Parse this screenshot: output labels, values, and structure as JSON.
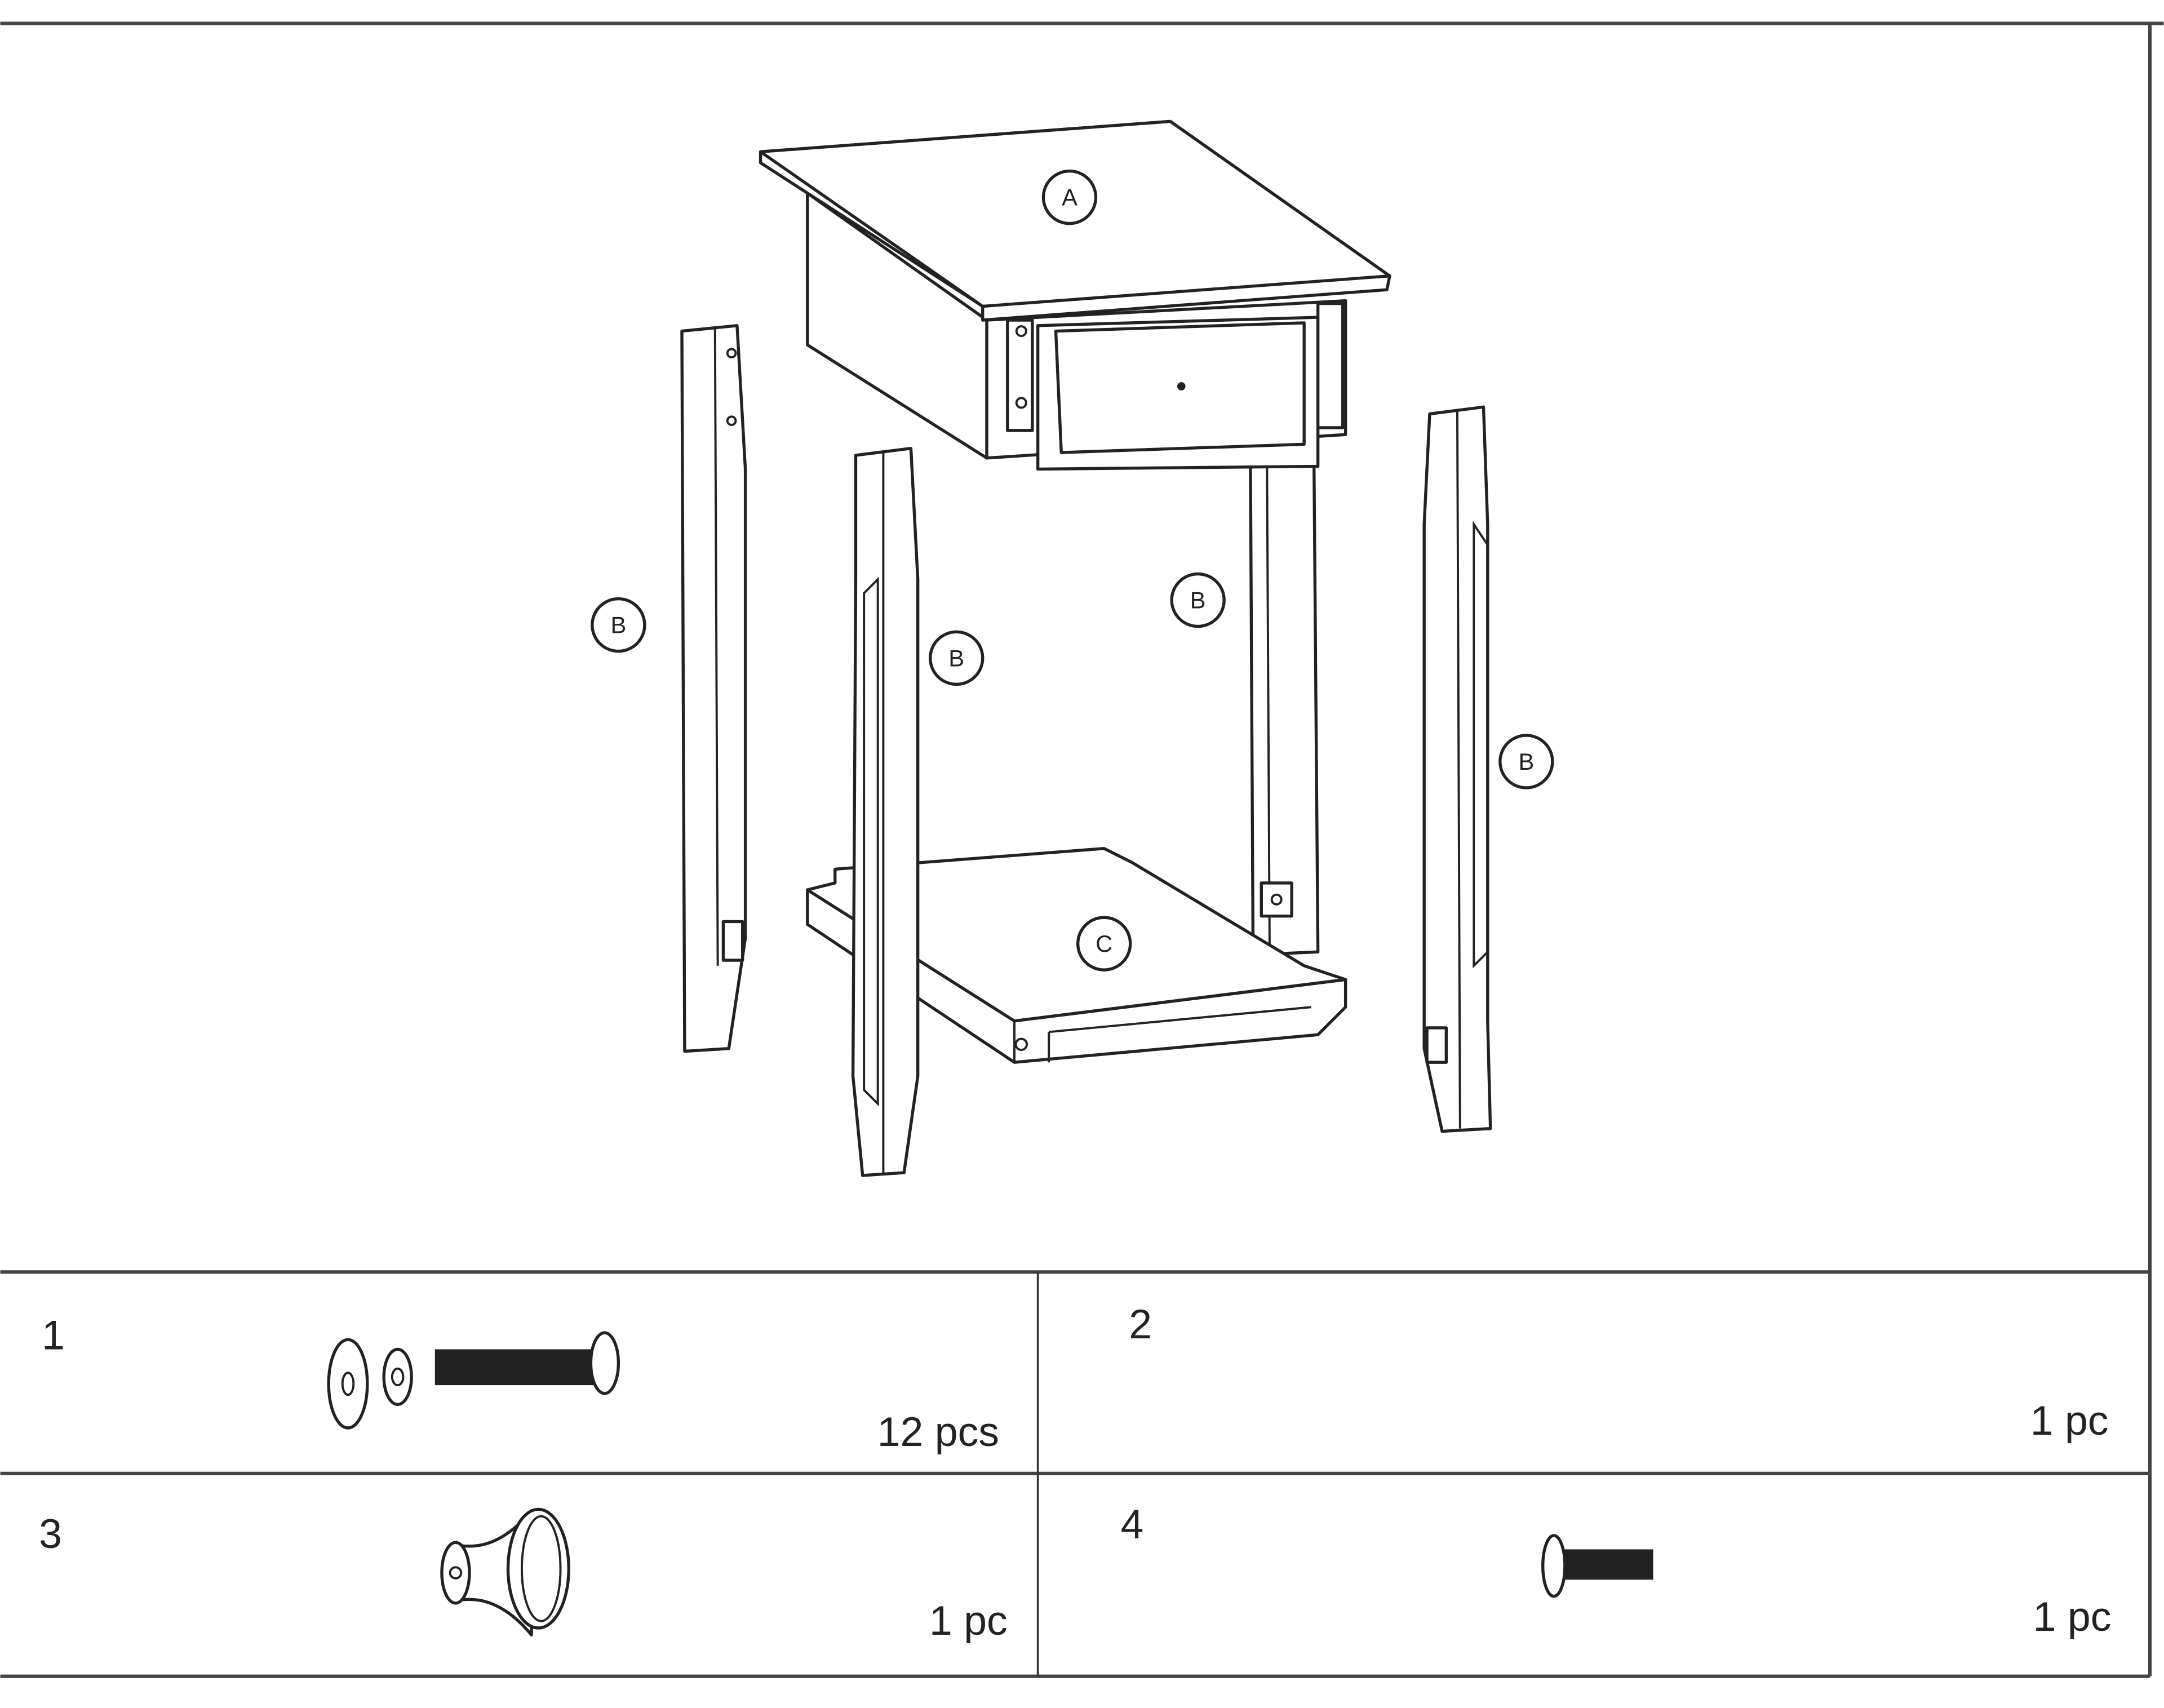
{
  "diagram": {
    "part_labels": {
      "top": "A",
      "leg_1": "B",
      "leg_2": "B",
      "leg_3": "B",
      "leg_4": "B",
      "shelf": "C"
    }
  },
  "hardware": [
    {
      "number": "1",
      "quantity": "12 pcs",
      "icon": "bolt-washer-icon"
    },
    {
      "number": "2",
      "quantity": "1 pc",
      "icon": "allen-key-icon"
    },
    {
      "number": "3",
      "quantity": "1 pc",
      "icon": "knob-icon"
    },
    {
      "number": "4",
      "quantity": "1 pc",
      "icon": "screw-icon"
    }
  ]
}
